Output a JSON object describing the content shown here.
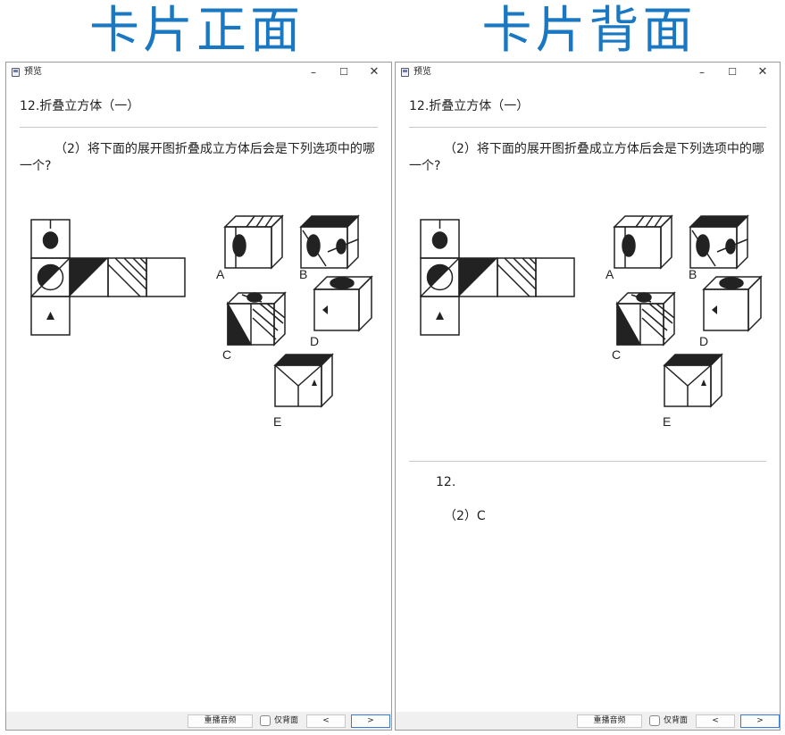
{
  "labels": {
    "front": "卡片正面",
    "back": "卡片背面"
  },
  "window": {
    "title": "预览",
    "minimize": "–",
    "maximize": "☐",
    "close": "✕"
  },
  "card": {
    "heading": "12.折叠立方体（一）",
    "question": "（2）将下面的展开图折叠成立方体后会是下列选项中的哪一个?",
    "option_labels": [
      "A",
      "B",
      "C",
      "D",
      "E"
    ]
  },
  "answer": {
    "number": "12.",
    "value": "（2）C"
  },
  "bottom": {
    "replay": "重播音频",
    "back_only": "仅背面",
    "prev": "<",
    "next": ">"
  },
  "colors": {
    "accent": "#1a78c2",
    "border": "#9a9a9a",
    "focus": "#3a7bd5"
  }
}
